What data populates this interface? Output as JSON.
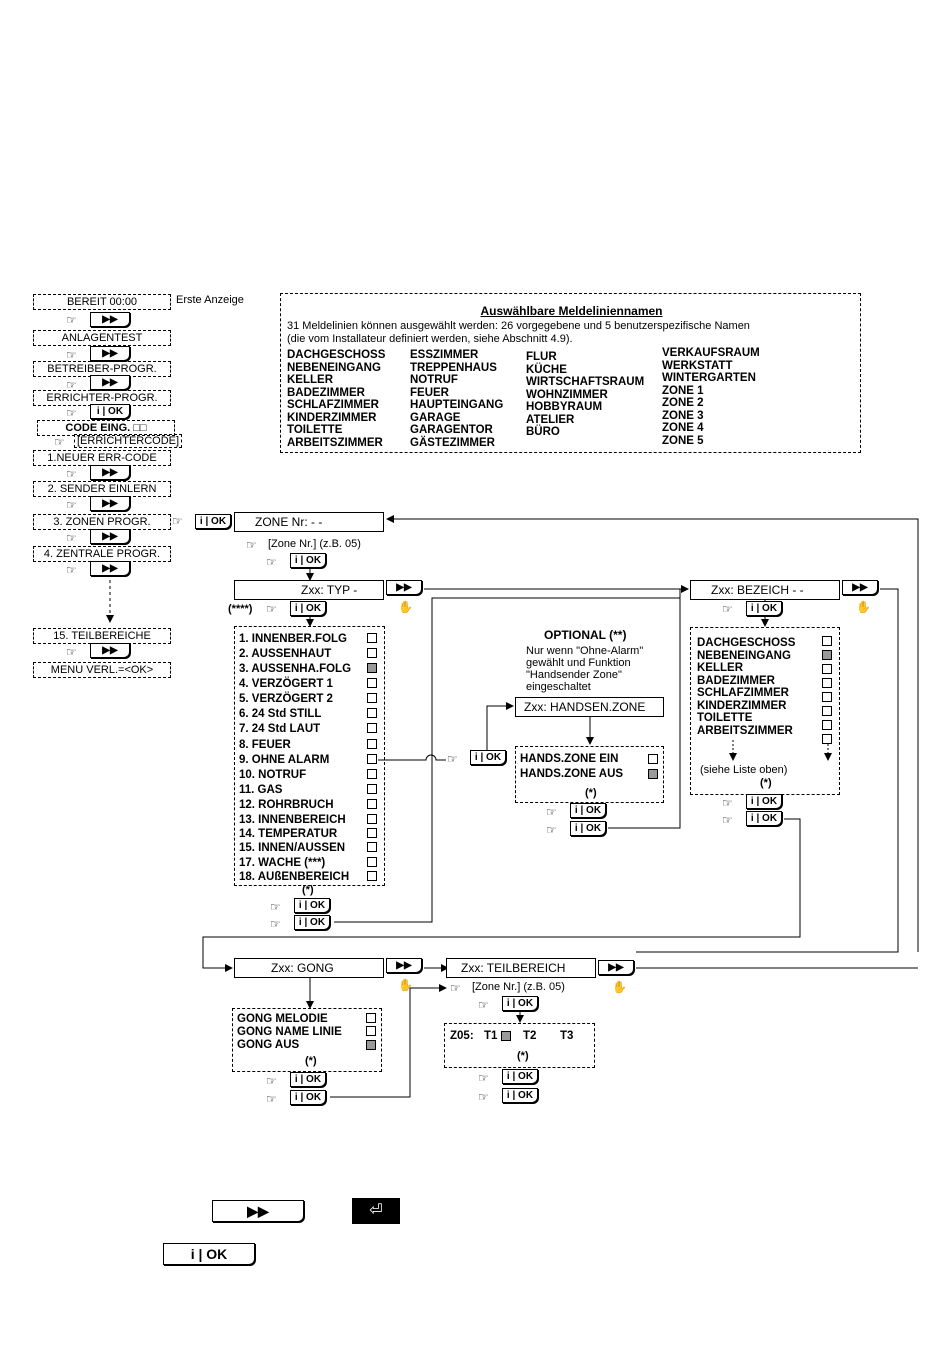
{
  "main_menu": {
    "items": [
      "BEREIT 00:00",
      "ANLAGENTEST",
      "BETREIBER-PROGR.",
      "ERRICHTER-PROGR.",
      "CODE EING.",
      "[ERRICHTERCODE]",
      "1.NEUER ERR-CODE",
      "2. SENDER EINLERN",
      "3. ZONEN PROGR.",
      "4. ZENTRALE PROGR.",
      "15. TEILBEREICHE",
      "MENU VERL.=<OK>"
    ],
    "first_display_note": "Erste Anzeige",
    "code_cursor": "□□"
  },
  "buttons": {
    "next": "▶▶",
    "ok": "i | OK",
    "hand": "☞",
    "pointing_finger": "✋"
  },
  "names_box": {
    "title": "Auswählbare Meldeliniennamen",
    "desc1": "31 Meldelinien können ausgewählt werden: 26 vorgegebene und 5 benutzerspezifische Namen",
    "desc2": "(die vom Installateur definiert werden, siehe Abschnitt 4.9).",
    "col1": [
      "DACHGESCHOSS",
      "NEBENEINGANG",
      "KELLER",
      "BADEZIMMER",
      "SCHLAFZIMMER",
      "KINDERZIMMER",
      "TOILETTE",
      "ARBEITSZIMMER"
    ],
    "col2": [
      "ESSZIMMER",
      "TREPPENHAUS",
      "NOTRUF",
      "FEUER",
      "HAUPTEINGANG",
      "GARAGE",
      "GARAGENTOR",
      "GÄSTEZIMMER"
    ],
    "col3": [
      "FLUR",
      "KÜCHE",
      "WIRTSCHAFTSRAUM",
      "WOHNZIMMER",
      "HOBBYRAUM",
      "ATELIER",
      "BÜRO"
    ],
    "col4": [
      "VERKAUFSRAUM",
      "WERKSTATT",
      "WINTERGARTEN",
      "ZONE 1",
      "ZONE 2",
      "ZONE 3",
      "ZONE 4",
      "ZONE 5"
    ]
  },
  "zone": {
    "title": "ZONE Nr: - -",
    "hint": "[Zone Nr.] (z.B. 05)"
  },
  "typ": {
    "title": "Zxx: TYP -",
    "mark": "(****)",
    "options": [
      "1. INNENBER.FOLG",
      "2. AUSSENHAUT",
      "3. AUSSENHA.FOLG",
      "4. VERZÖGERT 1",
      "5. VERZÖGERT 2",
      "6. 24 Std STILL",
      "7. 24 Std LAUT",
      "8. FEUER",
      "9. OHNE ALARM",
      "10. NOTRUF",
      "11. GAS",
      "12. ROHRBRUCH",
      "13. INNENBEREICH",
      "14. TEMPERATUR",
      "15. INNEN/AUSSEN",
      "17. WACHE (***)",
      "18. AUßENBEREICH"
    ],
    "star": "(*)"
  },
  "optional": {
    "title": "OPTIONAL (**)",
    "note": [
      "Nur wenn \"Ohne-Alarm\"",
      "gewählt und Funktion",
      "\"Handsender Zone\"",
      "eingeschaltet"
    ],
    "box_title": "Zxx: HANDSEN.ZONE",
    "options": [
      "HANDS.ZONE EIN",
      "HANDS.ZONE AUS"
    ],
    "star": "(*)"
  },
  "bezeich": {
    "title": "Zxx: BEZEICH - -",
    "options": [
      "DACHGESCHOSS",
      "NEBENEINGANG",
      "KELLER",
      "BADEZIMMER",
      "SCHLAFZIMMER",
      "KINDERZIMMER",
      "TOILETTE",
      "ARBEITSZIMMER"
    ],
    "see_list": "(siehe Liste oben)",
    "star": "(*)"
  },
  "gong": {
    "title": "Zxx: GONG",
    "options": [
      "GONG MELODIE",
      "GONG NAME LINIE",
      "GONG AUS"
    ],
    "star": "(*)"
  },
  "teil": {
    "title": "Zxx: TEILBEREICH",
    "hint": "[Zone Nr.] (z.B. 05)",
    "z05": "Z05:",
    "t1": "T1",
    "t2": "T2",
    "t3": "T3",
    "star": "(*)"
  },
  "legend": {
    "back": "⏎"
  }
}
